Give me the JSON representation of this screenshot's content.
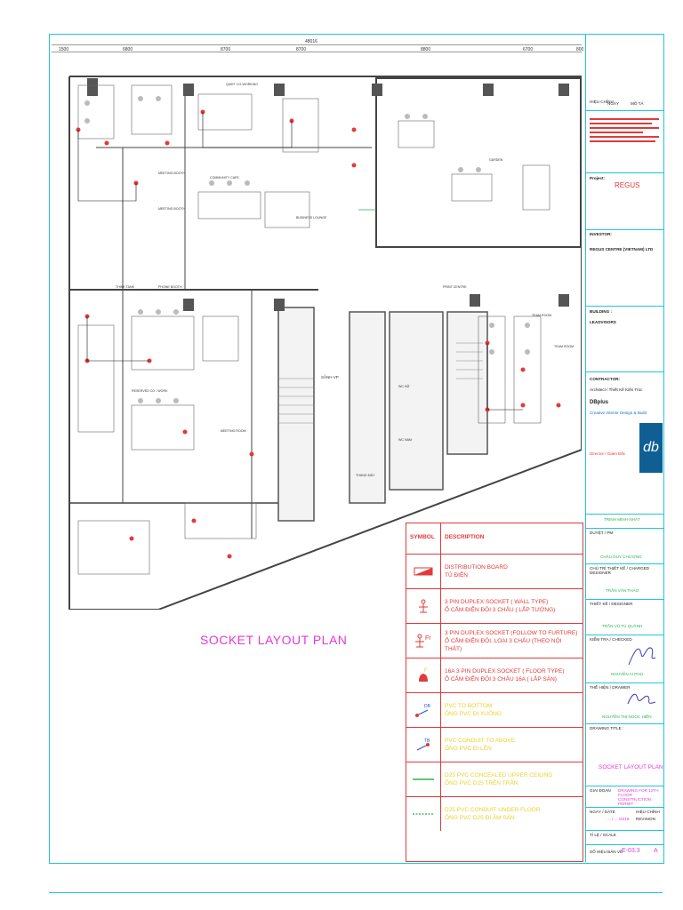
{
  "dims": {
    "total": "48016",
    "segments": [
      "1500",
      "6800",
      "8700",
      "8700",
      "8800",
      "6700",
      "800"
    ]
  },
  "labels": {
    "quiet_coworking": "QUIET CO-WORKING",
    "meeting_booth_1": "MEETING BOOTH",
    "meeting_booth_2": "MEETING BOOTH",
    "community_cafe": "COMMUNITY CAFE",
    "garden": "GARDEN",
    "think_tank": "THINK TANK",
    "phone_booth": "PHONE BOOTH",
    "business_lounge": "BUSINESS LOUNGE",
    "sanh_vp": "SẢNH VP",
    "wc_nu": "WC NỮ",
    "wc_nam": "WC NAM",
    "team_room_1": "TEAM ROOM",
    "team_room_2": "TEAM ROOM",
    "meeting_room": "MEETING ROOM",
    "reserved_co_work": "RESERVED CO - WORK",
    "thang_may": "THANG MÁY",
    "print_centre": "PRINT CENTRE"
  },
  "plan_title": "SOCKET LAYOUT PLAN",
  "legend": {
    "col_symbol": "SYMBOL",
    "col_description": "DESCRIPTION",
    "rows": [
      {
        "en": "DISTRIBUTION BOARD",
        "vi": "TỦ ĐIỆN",
        "color": "#e23a3a"
      },
      {
        "en": "3 PIN DUPLEX SOCKET ( WALL TYPE)",
        "vi": "Ổ CẮM ĐIỆN ĐÔI 3 CHẤU ( LẮP TƯỜNG)",
        "color": "#e23a3a"
      },
      {
        "en": "3 PIN DUPLEX SOCKET (FOLLOW TO FURTURE)",
        "vi": "Ổ CẮM ĐIỆN ĐÔI, LOẠI 3 CHẤU (THEO NỘI THẤT)",
        "color": "#e23a3a"
      },
      {
        "en": "16A 3 PIN DUPLEX SOCKET ( FLOOR TYPE)",
        "vi": "Ổ CẮM ĐIỆN ĐÔI 3 CHẤU 16A ( LẮP SÀN)",
        "color": "#e23a3a"
      },
      {
        "en": "PVC TO BOTTOM",
        "vi": "ỐNG PVC ĐI XUỐNG",
        "color": "#e6d32e"
      },
      {
        "en": "PVC CONDUIT TO ABOVE",
        "vi": "ỐNG PVC ĐI LÊN",
        "color": "#e6d32e"
      },
      {
        "en": "D25 PVC CONCEALED UPPER CEILING",
        "vi": "ỐNG PVC D25 TRÊN TRẦN",
        "color": "#e6d32e"
      },
      {
        "en": "D25 PVC CONDUIT UNDER FLOOR",
        "vi": "ỐNG PVC D25 ĐI ÂM SÀN",
        "color": "#e6d32e"
      }
    ],
    "sym_fr": "Fr",
    "sym_f": "F",
    "sym_db": "DB",
    "sym_tb": "TB"
  },
  "title_block": {
    "rev_label": "HIỆU CHỈNH",
    "date_label": "NGÀY",
    "desc_label": "MÔ TẢ",
    "project_label": "Project:",
    "project_name": "REGUS",
    "investor_label": "INVESTOR:",
    "investor_name": "REGUS CENTRE (VIETNAM) LTD",
    "building_label": "BUILDING :",
    "building_name": "LEADVISORS",
    "contractor_label": "CONTRACTOR:",
    "contractor_sub": "Architect / Thiết Kế Kiến Trúc",
    "contractor_name": "DBplus",
    "contractor_tag": "Creative Interior Design & Build",
    "db_logo": "db",
    "director_label": "Director / Giám Đốc",
    "director_name": "TRỊNH MINH NHẬT",
    "approver_label": "DUYỆT / PM",
    "approver_name": "CHÂU DUY CHƯƠNG",
    "chair_label": "CHỦ TRÌ THIẾT KẾ / CHARGED DESIGNER",
    "chair_name": "TRẦN VĂN THẢO",
    "designer_label": "THIẾT KẾ / DESIGNER",
    "designer_name": "TRẦN VŨ TÚ QUỲNH",
    "checker_label": "KIỂM TRA / CHECKED",
    "checker_name": "NGUYỄN AI PHÚ",
    "drawn_label": "THỂ HIỆN / DRAWER",
    "drawn_name": "NGUYỄN THỊ NGỌC HIỀN",
    "drawing_title_label": "DRAWING TITLE :",
    "drawing_title": "SOCKET LAYOUT PLAN",
    "stage_label": "GIAI ĐOẠN",
    "stage_value": "DRAWING FOR 12TH FLOOR CONSTRUCTION PERMIT",
    "date_field_label": "NGÀY / DATE",
    "date_value": "... / ... /2019",
    "revision_label": "HIỆU CHỈNH",
    "revision_value": "REVISION",
    "scale_label": "TỈ LỆ / SCALE",
    "sheet_no_label": "SỐ HIỆU BẢN VẼ",
    "sheet_no": "E-03.3",
    "sheet_rev": "A"
  }
}
